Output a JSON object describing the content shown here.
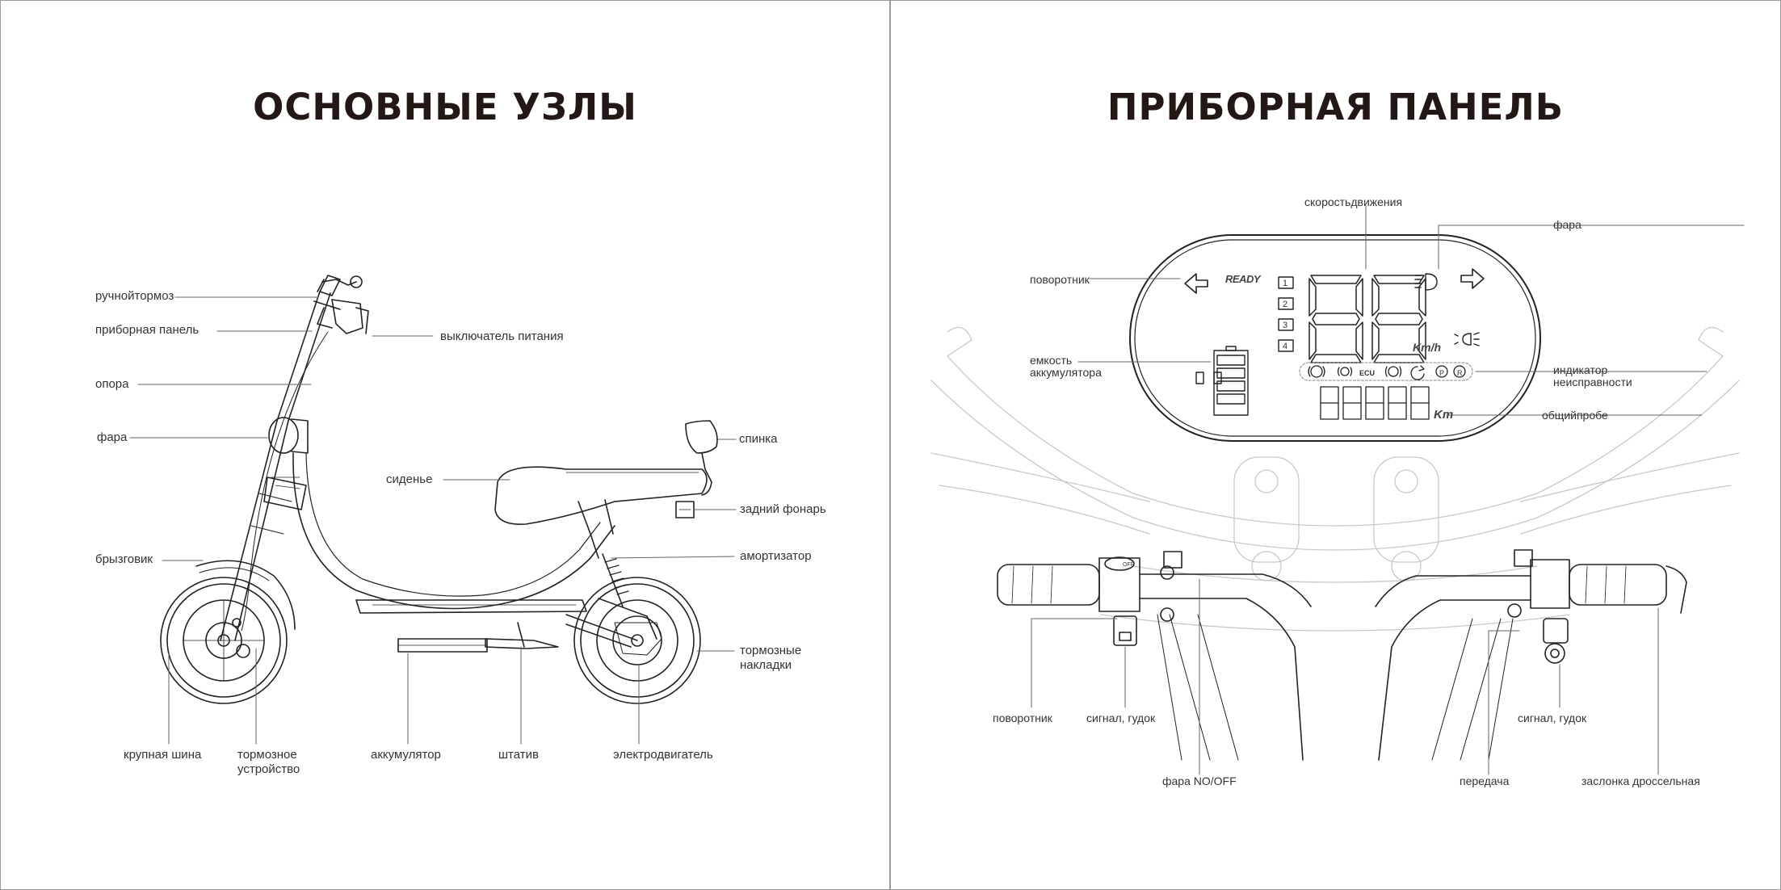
{
  "left_page": {
    "title": "ОСНОВНЫЕ УЗЛЫ",
    "labels": {
      "hand_brake": "ручнойтормоз",
      "dashboard": "приборная панель",
      "support": "опора",
      "headlight": "фара",
      "mudguard": "брызговик",
      "big_tire": "крупная шина",
      "brake_device": "тормозное устройство",
      "battery": "аккумулятор",
      "stand": "штатив",
      "motor": "электродвигатель",
      "brake_pads": "тормозные накладки",
      "shock_absorber": "амортизатор",
      "tail_light": "задний фонарь",
      "seat": "сиденье",
      "backrest": "спинка",
      "power_switch": "выключатель питания"
    }
  },
  "right_page": {
    "title": "ПРИБОРНАЯ ПАНЕЛЬ",
    "labels": {
      "speed": "скоростьдвижения",
      "headlight": "фара",
      "turn_signal": "поворотник",
      "battery_capacity": "емкость аккумулятора",
      "fault_indicator": "индикатор неисправности",
      "odometer": "общийпробе",
      "turn_signal_bottom": "поворотник",
      "horn_left": "сигнал, гудок",
      "headlight_switch": "фара NO/OFF",
      "horn_right": "сигнал, гудок",
      "gear": "передача",
      "throttle": "заслонка дроссельная"
    },
    "display": {
      "ready": "READY",
      "gears": [
        "1",
        "2",
        "3",
        "4"
      ],
      "speed_digits": "88",
      "speed_unit": "Km/h",
      "odometer_digits": "88888",
      "odometer_unit": "Km",
      "ecu": "ECU",
      "p_symbol": "P",
      "r_symbol": "R",
      "switch_off": "OFF"
    }
  }
}
